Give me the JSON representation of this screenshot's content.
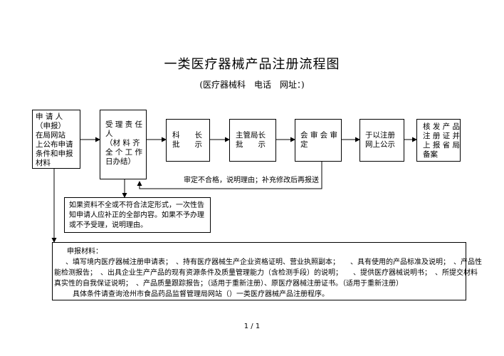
{
  "title": "一类医疗器械产品注册流程图",
  "subtitle": "(医疗器械科　电话　网址：)",
  "flow": {
    "step1": "申 请 人\n（申报）\n在局网站\n上公布申请\n条件和申报\n材料",
    "step2": "受 理 责 任\n人\n（材 料 齐\n全 个 工 作\n日办结）",
    "step3": "科　　长\n批　　示",
    "step4": "主管局长\n批　　示",
    "step5": "会 审 会 审\n定",
    "step6": "于以注册\n网上公示",
    "step7": "核 发 产 品\n注 册 证 并\n上 报 省 局\n备案"
  },
  "reject_note": "审定不合格，说明理由；补充修改后再报送",
  "incomplete_note": "如果资料不全或不符合法定形式，一次性告\n知申请人应补正的全部内容。如果不予办理\n或不予受理，说明理由。",
  "materials": {
    "heading": "申报材料：",
    "line1": "、填写境内医疗器械注册申请表；　、持有医疗器械生产企业资格证明、营业执照副本；　　、具有使用的产品标准及说明；　、产品性",
    "line2": "能检测报告；　、出具企业生产产品的现有资源条件及质量管理能力（含检测手段）的说明；　　、提供医疗器械说明书；　、所提交材料",
    "line3": "真实性的自我保证说明；　、产品质量跟踪报告；（适用于重新注册）、原医疗器械注册证书。（适用于重新注册）",
    "line4": "具体条件请查询沧州市食品药品监督管理局网站（）一类医疗器械产品注册程序。"
  },
  "page_number": "1 / 1"
}
